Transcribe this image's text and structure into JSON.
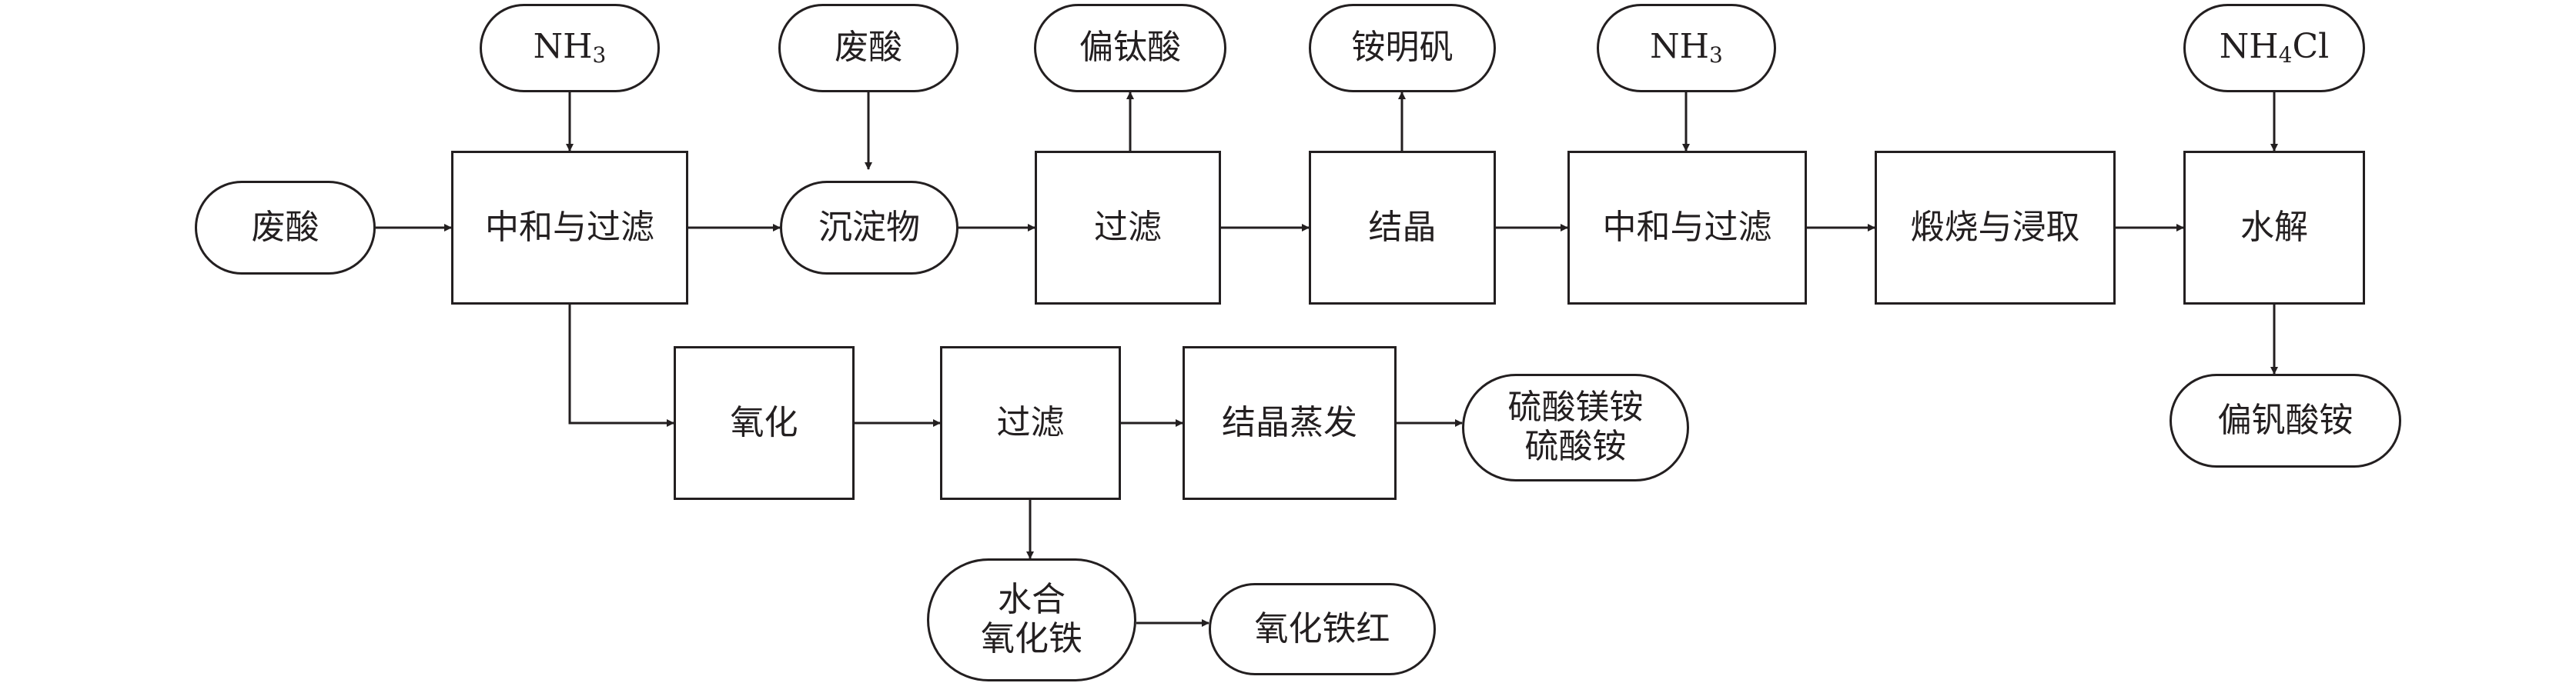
{
  "nodes": {
    "nh3_top_1": {
      "text": "NH",
      "sub": "3",
      "tail": ""
    },
    "feisuan_top": {
      "text": "废酸"
    },
    "pianweisuan": {
      "text": "偏钛酸"
    },
    "anmingfan": {
      "text": "铵明矾"
    },
    "nh3_top_2": {
      "text": "NH",
      "sub": "3",
      "tail": ""
    },
    "nh4cl_top": {
      "text": "NH",
      "sub": "4",
      "tail": "Cl"
    },
    "feisuan_left": {
      "text": "废酸"
    },
    "neutralize_1": {
      "text": "中和与过滤"
    },
    "precipitate": {
      "text": "沉淀物"
    },
    "filter_1": {
      "text": "过滤"
    },
    "crystallize_1": {
      "text": "结晶"
    },
    "neutralize_2": {
      "text": "中和与过滤"
    },
    "calcine": {
      "text": "煅烧与浸取"
    },
    "hydrolysis": {
      "text": "水解"
    },
    "oxidize": {
      "text": "氧化"
    },
    "filter_2": {
      "text": "过滤"
    },
    "crystallize_evap": {
      "text": "结晶蒸发"
    },
    "sulfates": {
      "line1": "硫酸镁铵",
      "line2": "硫酸铵"
    },
    "hydrated_iron": {
      "line1": "水合",
      "line2": "氧化铁"
    },
    "iron_red": {
      "text": "氧化铁红"
    },
    "ammonium_vanadate": {
      "text": "偏钒酸铵"
    }
  }
}
